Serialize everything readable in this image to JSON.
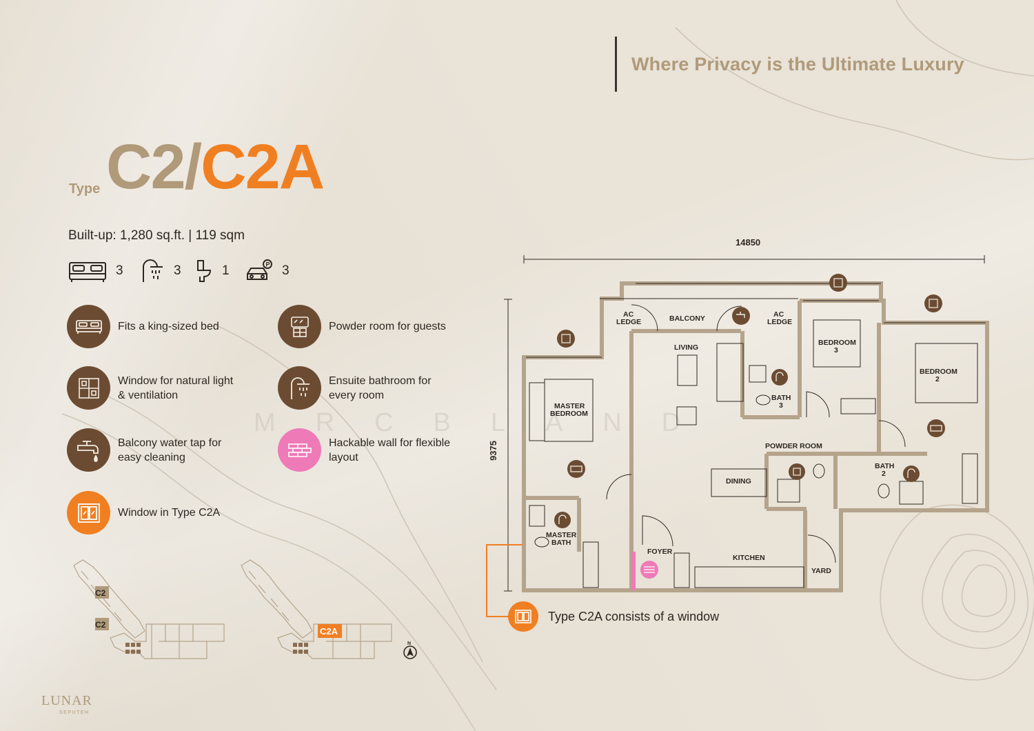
{
  "header": {
    "tagline": "Where Privacy is the Ultimate Luxury"
  },
  "unit": {
    "type_label": "Type",
    "title_c2": "C2",
    "title_slash": "/",
    "title_c2a": "C2A",
    "builtup": "Built-up: 1,280 sq.ft. | 119 sqm"
  },
  "specs": {
    "bedrooms": "3",
    "bathrooms": "3",
    "powder_rooms": "1",
    "parking": "3"
  },
  "features": [
    {
      "label": "Fits a king-sized bed",
      "icon": "bed-icon",
      "color": "#6b4c33"
    },
    {
      "label": "Powder room for guests",
      "icon": "powder-room-icon",
      "color": "#6b4c33"
    },
    {
      "label": "Window for natural light & ventilation",
      "icon": "window-icon",
      "color": "#6b4c33"
    },
    {
      "label": "Ensuite bathroom for every room",
      "icon": "shower-icon",
      "color": "#6b4c33"
    },
    {
      "label": "Balcony water tap for easy cleaning",
      "icon": "water-tap-icon",
      "color": "#6b4c33"
    },
    {
      "label": "Hackable wall for flexible layout",
      "icon": "brick-wall-icon",
      "color": "#ef7ab8"
    },
    {
      "label": "Window in Type C2A",
      "icon": "c2a-window-icon",
      "color": "#f07f22"
    }
  ],
  "watermark": "MRCBLAND",
  "keyplans": {
    "c2_top": "C2",
    "c2_bottom": "C2",
    "c2a": "C2A",
    "north": "N"
  },
  "floorplan": {
    "width_dim": "14850",
    "depth_dim": "9375",
    "rooms": {
      "ac_ledge_left_1": "AC",
      "ac_ledge_left_2": "LEDGE",
      "balcony": "BALCONY",
      "ac_ledge_right_1": "AC",
      "ac_ledge_right_2": "LEDGE",
      "living": "LIVING",
      "bedroom3_1": "BEDROOM",
      "bedroom3_2": "3",
      "bedroom2_1": "BEDROOM",
      "bedroom2_2": "2",
      "master_bedroom_1": "MASTER",
      "master_bedroom_2": "BEDROOM",
      "bath3_1": "BATH",
      "bath3_2": "3",
      "powder_room": "POWDER ROOM",
      "dining": "DINING",
      "bath2_1": "BATH",
      "bath2_2": "2",
      "master_bath_1": "MASTER",
      "master_bath_2": "BATH",
      "foyer": "FOYER",
      "kitchen": "KITCHEN",
      "yard": "YARD"
    },
    "note": "Type C2A consists of a window"
  },
  "brand": {
    "name": "LUNAR",
    "sub": "SEPUTEH"
  },
  "colors": {
    "gold": "#b09a7a",
    "orange": "#f07f22",
    "brown": "#6b4c33",
    "pink": "#ef7ab8",
    "wall": "#b5a48c"
  }
}
